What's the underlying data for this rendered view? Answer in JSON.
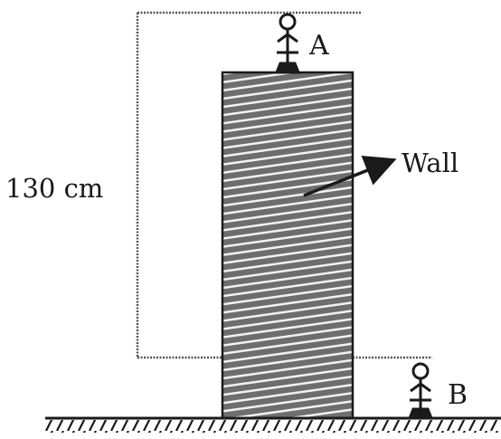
{
  "labels": {
    "height": "130 cm",
    "point_a": "A",
    "point_b": "B",
    "wall": "Wall"
  },
  "colors": {
    "ink": "#1a1a1a",
    "wall_fill": "#6e6e6e",
    "hatch": "#f2f2f2",
    "guide_line": "#555555",
    "background": "#ffffff"
  },
  "icons": {
    "observer_a": "person-icon",
    "observer_b": "person-icon",
    "pointer": "arrow-icon"
  }
}
